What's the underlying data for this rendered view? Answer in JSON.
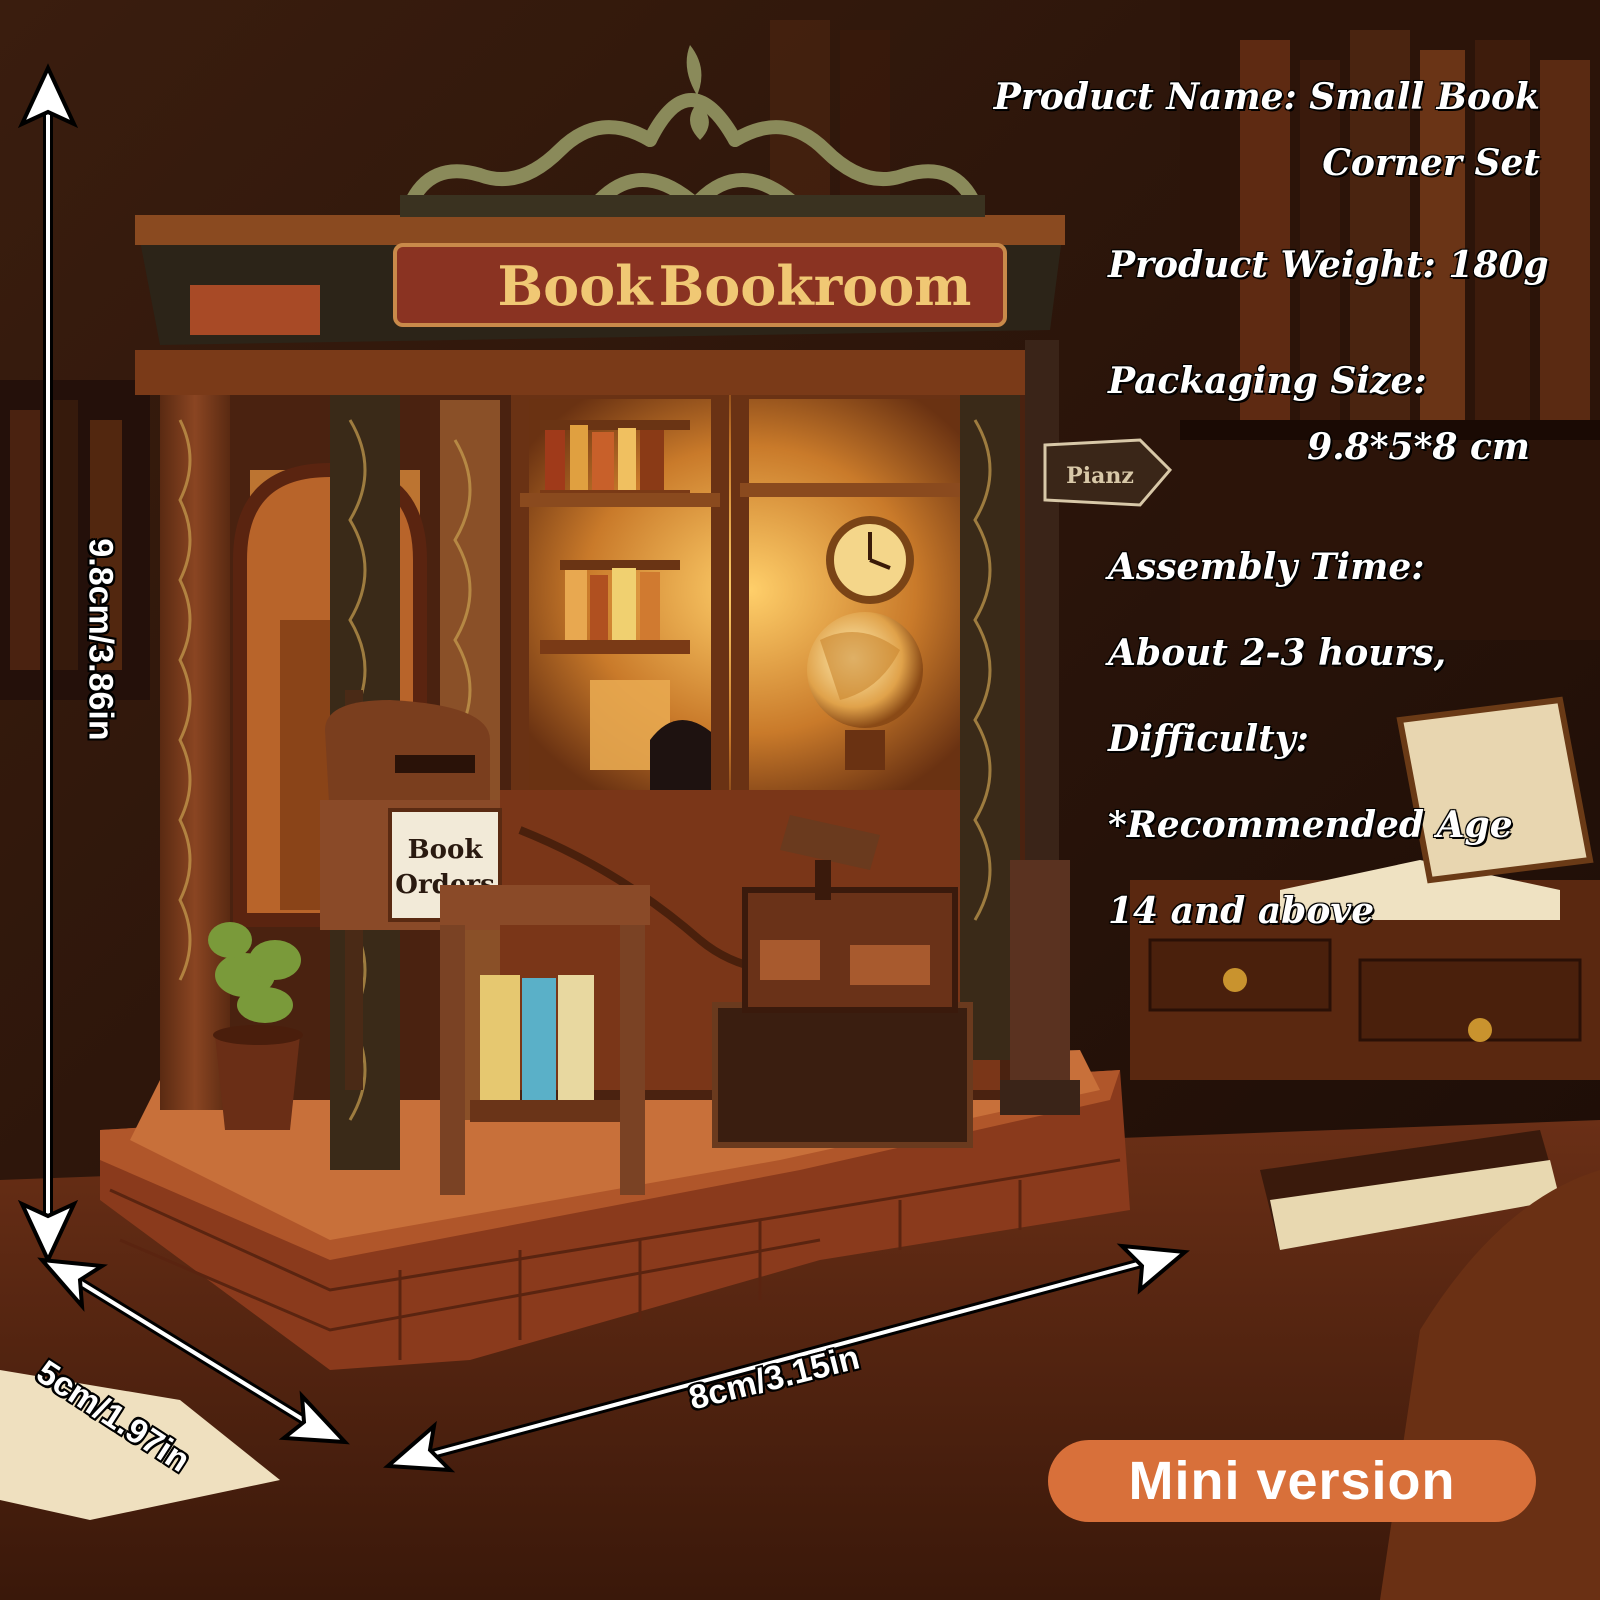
{
  "product": {
    "name_line1": "Product Name: Small Book",
    "name_line2": "Corner Set",
    "weight": "Product Weight: 180g",
    "packaging_label": "Packaging Size:",
    "packaging_value": "9.8*5*8 cm",
    "assembly_label": "Assembly Time:",
    "assembly_value": "About 2-3 hours,",
    "difficulty": "Difficulty:",
    "age_line1": "*Recommended Age",
    "age_line2": "14 and above"
  },
  "dimensions": {
    "height": "9.8cm/3.86in",
    "depth": "5cm/1.97in",
    "width": "8cm/3.15in"
  },
  "model_signs": {
    "store_sign_left": "Book",
    "store_sign_right": "Bookroom",
    "mailbox_line1": "Book",
    "mailbox_line2": "Orders",
    "street_sign": "Pianz"
  },
  "badge": {
    "label": "Mini version",
    "color": "#d8703a"
  }
}
